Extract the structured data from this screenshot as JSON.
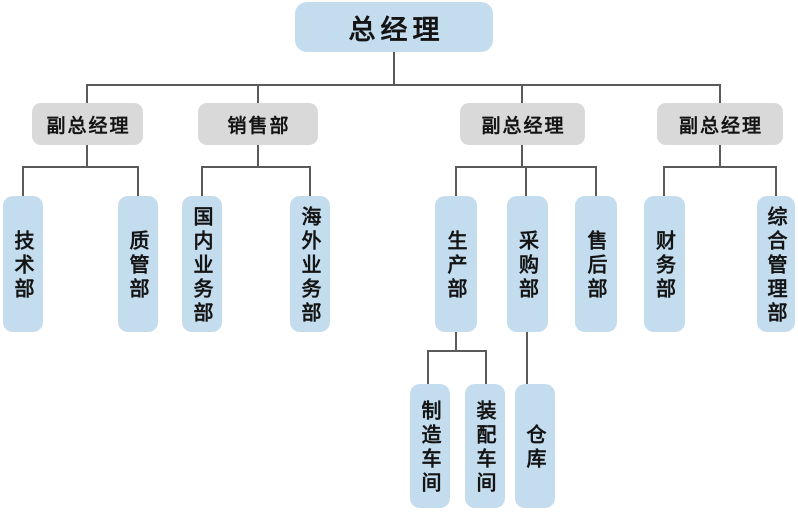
{
  "colors": {
    "node-blue": "#c3dcee",
    "node-gray": "#d9d9d9",
    "line": "#5a5a5a",
    "text": "#141414",
    "background": "#ffffff"
  },
  "org": {
    "root": {
      "label": "总经理"
    },
    "level2": [
      {
        "label": "副总经理",
        "children": [
          {
            "label": "技术部"
          },
          {
            "label": "质管部"
          }
        ]
      },
      {
        "label": "销售部",
        "children": [
          {
            "label": "国内业务部"
          },
          {
            "label": "海外业务部"
          }
        ]
      },
      {
        "label": "副总经理",
        "children": [
          {
            "label": "生产部",
            "children": [
              {
                "label": "制造车间"
              },
              {
                "label": "装配车间"
              }
            ]
          },
          {
            "label": "采购部",
            "children": [
              {
                "label": "仓库"
              }
            ]
          },
          {
            "label": "售后部"
          }
        ]
      },
      {
        "label": "副总经理",
        "children": [
          {
            "label": "财务部"
          },
          {
            "label": "综合管理部"
          }
        ]
      }
    ]
  }
}
